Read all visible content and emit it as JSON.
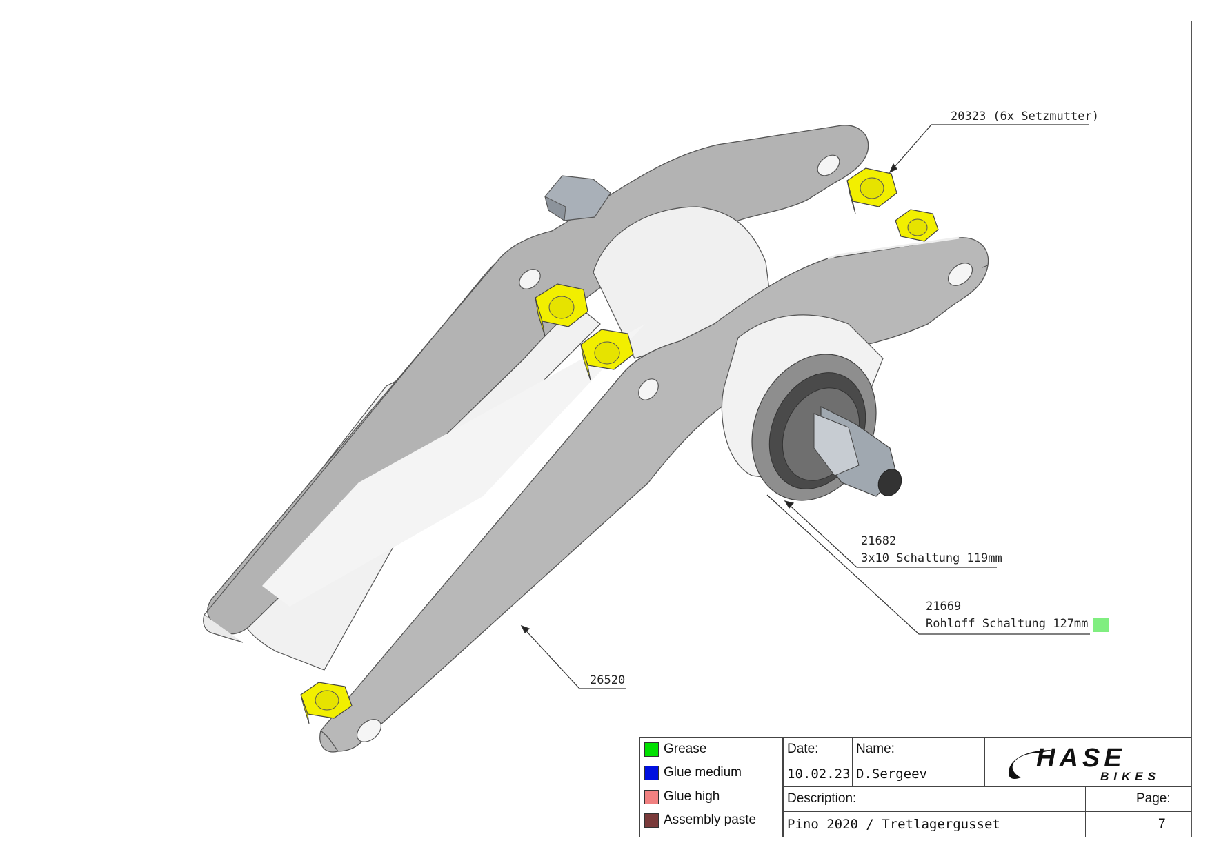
{
  "callouts": {
    "nut": "20323 (6x Setzmutter)",
    "bracket_number": "21682",
    "bracket_desc": "3x10 Schaltung 119mm",
    "rohloff_number": "21669",
    "rohloff_desc": "Rohloff Schaltung 127mm",
    "plate": "26520"
  },
  "legend": [
    {
      "label": "Grease",
      "color": "#00e000"
    },
    {
      "label": "Glue medium",
      "color": "#0010e0"
    },
    {
      "label": "Glue high",
      "color": "#f08080"
    },
    {
      "label": "Assembly paste",
      "color": "#7a3a3a"
    }
  ],
  "title_block": {
    "date_label": "Date:",
    "date_value": "10.02.23",
    "name_label": "Name:",
    "name_value": "D.Sergeev",
    "description_label": "Description:",
    "description_value": "Pino 2020 / Tretlagergusset",
    "page_label": "Page:",
    "page_value": "7",
    "logo_main": "HASE",
    "logo_sub": "BIKES"
  },
  "colors": {
    "nut_yellow": "#f2ef00",
    "plate_gray": "#b5b5b5",
    "plate_light": "#eeeeee",
    "rohloff_marker": "#80ee80"
  }
}
